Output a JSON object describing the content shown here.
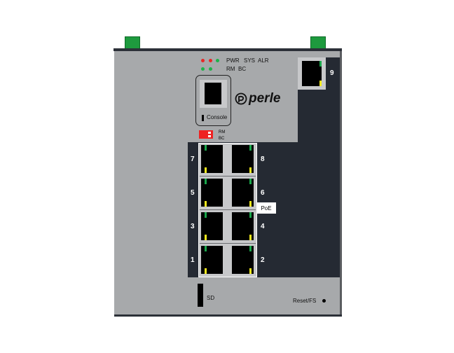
{
  "leds": {
    "row1_labels": [
      "PWR",
      "SYS",
      "ALR"
    ],
    "row2_labels": [
      "RM",
      "BC"
    ],
    "row1_colors": [
      "#e82626",
      "#e82626",
      "#1fb24a"
    ],
    "row2_colors": [
      "#1fb24a",
      "#1fb24a"
    ]
  },
  "console": {
    "label": "Console"
  },
  "logo": {
    "text": "perle"
  },
  "switch": {
    "labels": [
      "RM",
      "BC"
    ],
    "color": "#ee2222"
  },
  "uplink": {
    "number": "9"
  },
  "ports": [
    {
      "left": "7",
      "right": "8"
    },
    {
      "left": "5",
      "right": "6"
    },
    {
      "left": "3",
      "right": "4"
    },
    {
      "left": "1",
      "right": "2"
    }
  ],
  "poe_label": "PoE",
  "sd_label": "SD",
  "reset_label": "Reset/FS"
}
